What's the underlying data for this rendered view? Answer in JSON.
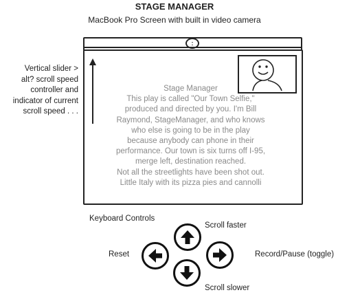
{
  "header": {
    "title": "STAGE MANAGER",
    "subtitle": "MacBook Pro Screen with built in video camera"
  },
  "side_note": [
    "Vertical slider >",
    "alt? scroll speed",
    "controller and",
    "indicator of current",
    "scroll speed . . ."
  ],
  "camera_glyph": ":",
  "teleprompter": {
    "title": "Stage Manager",
    "lines": [
      "This play is called \"Our Town Selfie,\"",
      "produced and directed by you. I'm Bill",
      "Raymond,  StageManager, and who knows",
      "who else is going to be in the play",
      "because anybody can phone in their",
      "performance. Our town is six turns off I-95,",
      "merge left, destination reached.",
      "Not all the streetlights have been shot out.",
      "Little Italy with its pizza pies and cannolli"
    ],
    "text_color": "#8a8a8a"
  },
  "controls": {
    "heading": "Keyboard Controls",
    "up_label": "Scroll faster",
    "down_label": "Scroll slower",
    "left_label": "Reset",
    "right_label": "Record/Pause (toggle)"
  },
  "icons": {
    "up": "arrow-up-icon",
    "down": "arrow-down-icon",
    "left": "arrow-left-icon",
    "right": "arrow-right-icon",
    "face": "smiley-face-icon"
  }
}
